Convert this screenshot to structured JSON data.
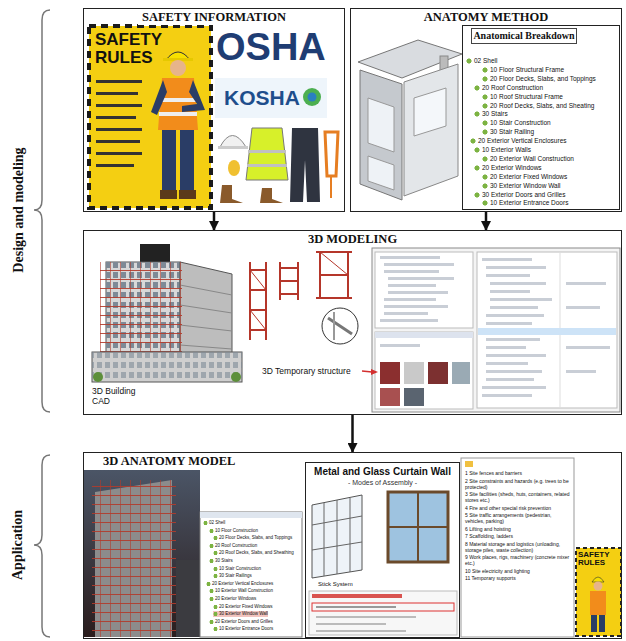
{
  "diagram": {
    "nodes": [
      {
        "text": [
          "SAFETY INFORMATION"
        ]
      },
      {
        "text": [
          "ANATOMY METHOD"
        ]
      },
      {
        "text": [
          "Anatomical Breakdown"
        ],
        "in": 1
      },
      {
        "text": [
          "3D MODELING"
        ]
      },
      {
        "text": [
          "3D ANATOMY MODEL"
        ]
      },
      {
        "text": [
          "Metal and Glass Curtain Wall",
          "- Modes of Assembly -"
        ],
        "in": 4
      }
    ],
    "edges": [
      {
        "from": 0,
        "to": 3,
        "arrow": "to"
      },
      {
        "from": 1,
        "to": 3,
        "arrow": "to"
      },
      {
        "from": 3,
        "to": 4,
        "arrow": "to"
      }
    ],
    "labels": [
      "Design and modeling",
      "Application",
      "SAFETY RULES",
      "OSHA",
      "KOSHA",
      "02 Shell",
      "10 Floor Structural Frame",
      "20 Floor Decks, Slabs, and Toppings",
      "20 Roof Construction",
      "10 Roof Structural Frame",
      "20 Roof Decks, Slabs, and Sheating",
      "30 Stairs",
      "10 Stair Construction",
      "30 Stair Railing",
      "20 Exterior Vertical Enclosures",
      "10 Exterior Walls",
      "20 Exterior Wall Construction",
      "20 Exterior Windows",
      "20 Exterior Fixed Windows",
      "30 Exterior Window Wall",
      "30 Exterior Doors and Grilles",
      "10 Exterior Entrance Doors",
      "3D Building CAD",
      "3D Temporary structure",
      "02 Shell",
      "10 Floor Construction",
      "20 Floor Decks, Slabs, and Toppings",
      "20 Roof Construction",
      "20 Roof Decks, Slabs, and Sheathing",
      "30 Stairs",
      "10 Stair Construction",
      "30 Stair Railings",
      "20 Exterior Vertical Enclosures",
      "10 Exterior Wall Construction",
      "20 Exterior Windows",
      "20 Exterior Fixed Windows",
      "30 Exterior Window Wall",
      "20 Exterior Doors and Grilles",
      "10 Exterior Entrance Doors",
      "Stick System",
      "1 Site fences and barriers",
      "2 Site constraints and hazards (e.g. trees to be protected)",
      "3 Site facilities (sheds, huts, containers, related stores etc.)",
      "4 Fire and other special risk prevention",
      "5 Site traffic arrangements (pedestrian, vehicles, parking)",
      "6 Lifting and hoisting",
      "7 Scaffolding, ladders",
      "8 Material storage and logistics (unloading, storage piles, waste collection)",
      "9 Work places, rigs, machinery (concrete mixer etc.)",
      "10 Site electricity and lighting",
      "11 Temporary supports",
      "SAFETY RULES"
    ]
  }
}
